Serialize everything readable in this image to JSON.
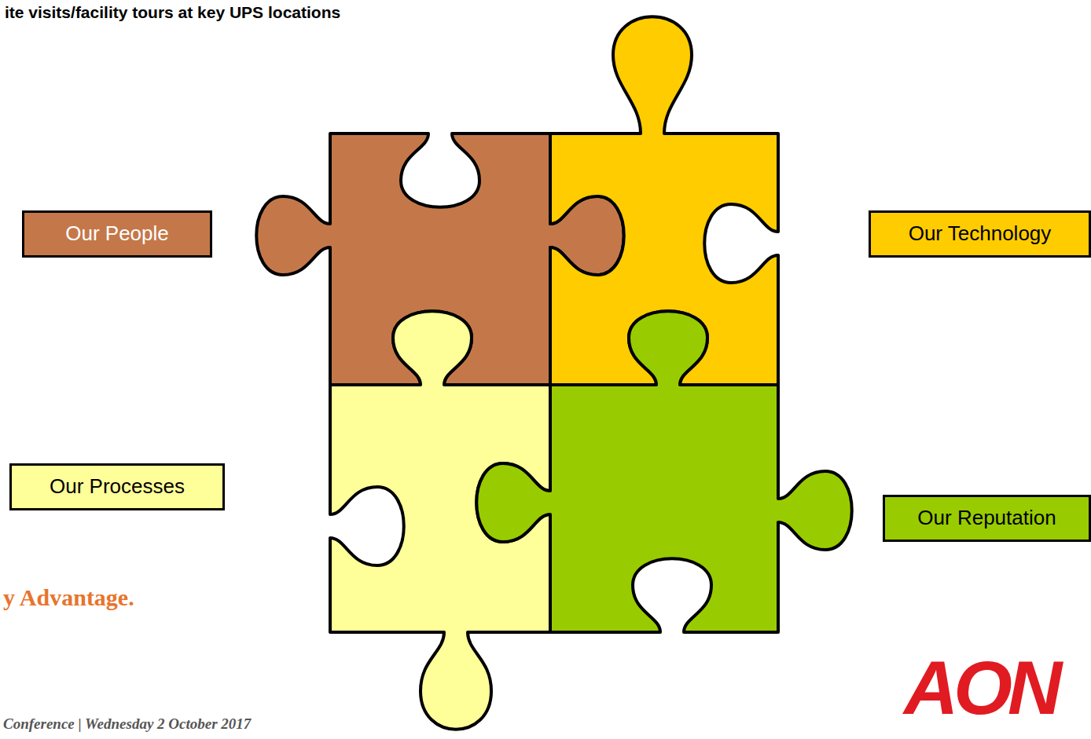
{
  "diagram": {
    "title": "ite visits/facility tours at key UPS locations",
    "nodes": [
      {
        "text": [
          "Our People"
        ]
      },
      {
        "text": [
          "Our Technology"
        ]
      },
      {
        "text": [
          "Our Processes"
        ]
      },
      {
        "text": [
          "Our Reputation"
        ]
      }
    ],
    "labels": [
      "y Advantage.",
      "Conference | Wednesday 2 October 2017",
      "AON"
    ]
  }
}
